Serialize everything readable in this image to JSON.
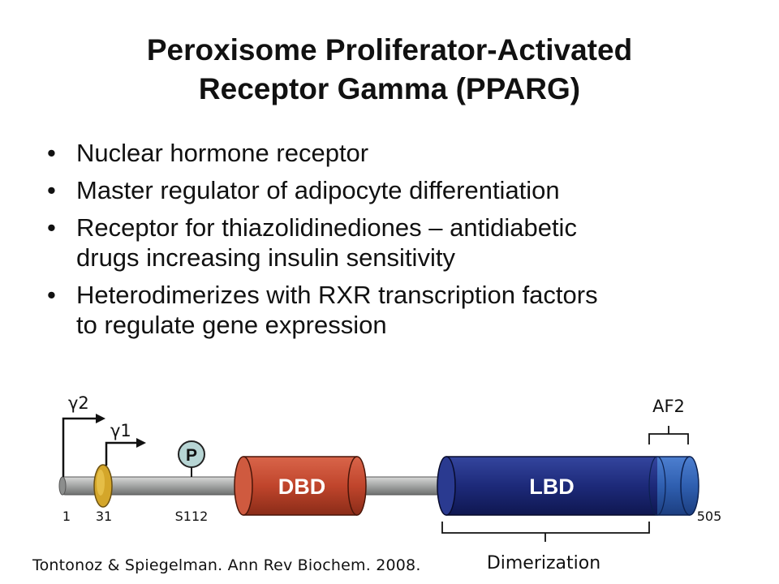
{
  "slide": {
    "title_line1": "Peroxisome Proliferator-Activated",
    "title_line2": "Receptor Gamma (PPARG)",
    "bullets": [
      {
        "lines": [
          "Nuclear hormone receptor"
        ]
      },
      {
        "lines": [
          "Master regulator of adipocyte differentiation"
        ]
      },
      {
        "lines": [
          "Receptor for thiazolidinediones – antidiabetic",
          "drugs increasing insulin sensitivity"
        ]
      },
      {
        "lines": [
          "Heterodimerizes with RXR transcription factors",
          "to regulate gene expression"
        ]
      }
    ],
    "citation": "Tontonoz & Spiegelman. Ann Rev Biochem. 2008."
  },
  "diagram": {
    "promoter_labels": {
      "gamma2": "γ2",
      "gamma1": "γ1"
    },
    "phospho_label": "P",
    "domains": {
      "dbd": "DBD",
      "lbd": "LBD"
    },
    "positions": {
      "start": "1",
      "pos31": "31",
      "s112": "S112",
      "end": "505"
    },
    "region_labels": {
      "af2": "AF2",
      "dimerization": "Dimerization"
    },
    "colors": {
      "backbone": "#a8aaa9",
      "promoter_disc": "#d4a62a",
      "phospho_circle": "#b7d5d4",
      "dbd": "#c0452c",
      "lbd": "#1d2a7a",
      "af2": "#2f5fb0"
    }
  }
}
